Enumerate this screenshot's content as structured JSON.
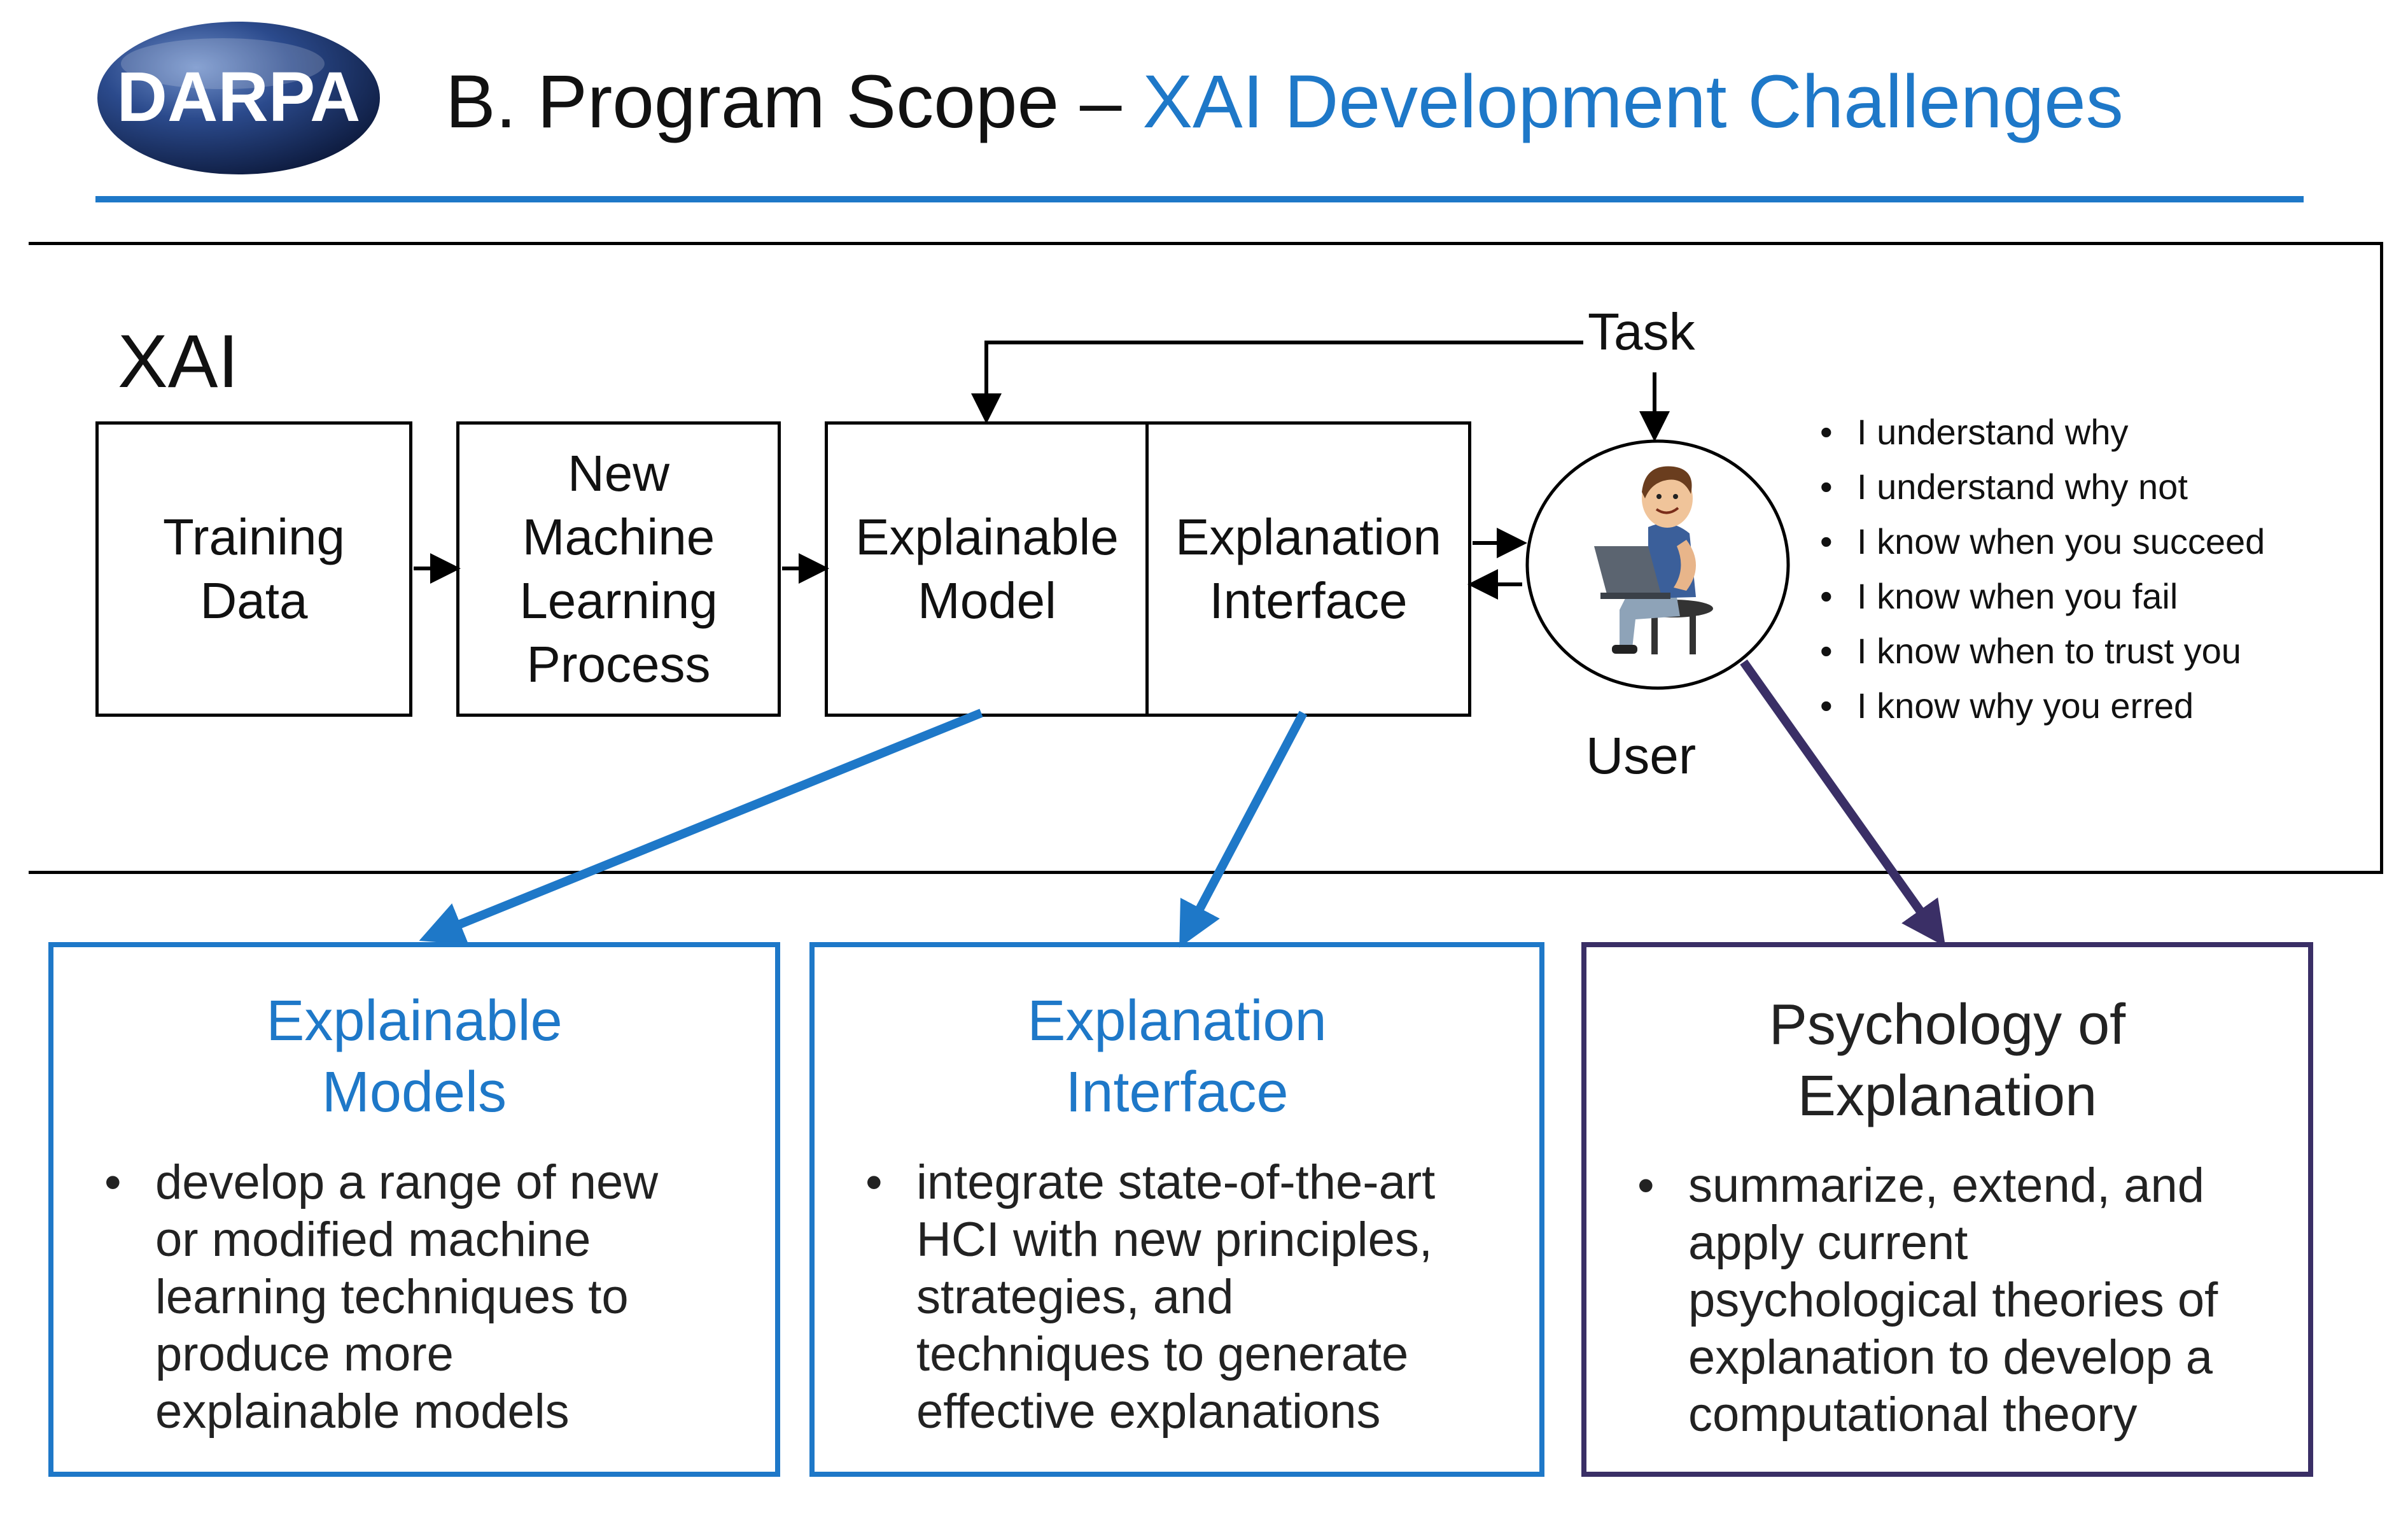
{
  "header": {
    "logo_text": "DARPA",
    "title_prefix": "B. Program Scope – ",
    "title_accent": "XAI Development Challenges"
  },
  "diagram": {
    "label": "XAI",
    "task_label": "Task",
    "user_label": "User",
    "boxes": {
      "training": "Training\nData",
      "new_ml": "New\nMachine\nLearning\nProcess",
      "model": "Explainable\nModel",
      "interface": "Explanation\nInterface"
    },
    "bullet_char": "•",
    "user_quotes": [
      "I understand why",
      "I understand why not",
      "I know when you succeed",
      "I know when you fail",
      "I know when to trust you",
      "I know why you erred"
    ]
  },
  "challenges": [
    {
      "title": "Explainable\nModels",
      "text": "develop a range of new\nor modified machine\nlearning techniques to\nproduce more\nexplainable models"
    },
    {
      "title": "Explanation\nInterface",
      "text": "integrate state-of-the-art\nHCI with new principles,\nstrategies, and\ntechniques to generate\neffective explanations"
    },
    {
      "title": "Psychology of\nExplanation",
      "text": "summarize, extend, and\napply current\npsychological theories of\nexplanation to develop a\ncomputational theory"
    }
  ],
  "colors": {
    "accent_blue": "#1e78c8",
    "psych_purple": "#3a2f66",
    "logo_dark": "#1b2f63"
  }
}
